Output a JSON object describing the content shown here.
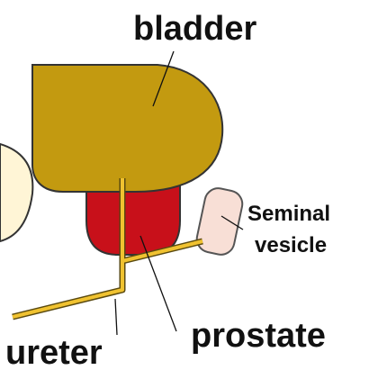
{
  "labels": {
    "bladder": "bladder",
    "seminal_line1": "Seminal",
    "seminal_line2": "vesicle",
    "prostate": "prostate",
    "ureter": "ureter"
  },
  "colors": {
    "bladder": "#c39a10",
    "prostate": "#c8101a",
    "seminal_vesicle": "#f8dfd6",
    "rectum": "#fff5d6",
    "tube": "#f0c230",
    "outline": "#222222"
  }
}
